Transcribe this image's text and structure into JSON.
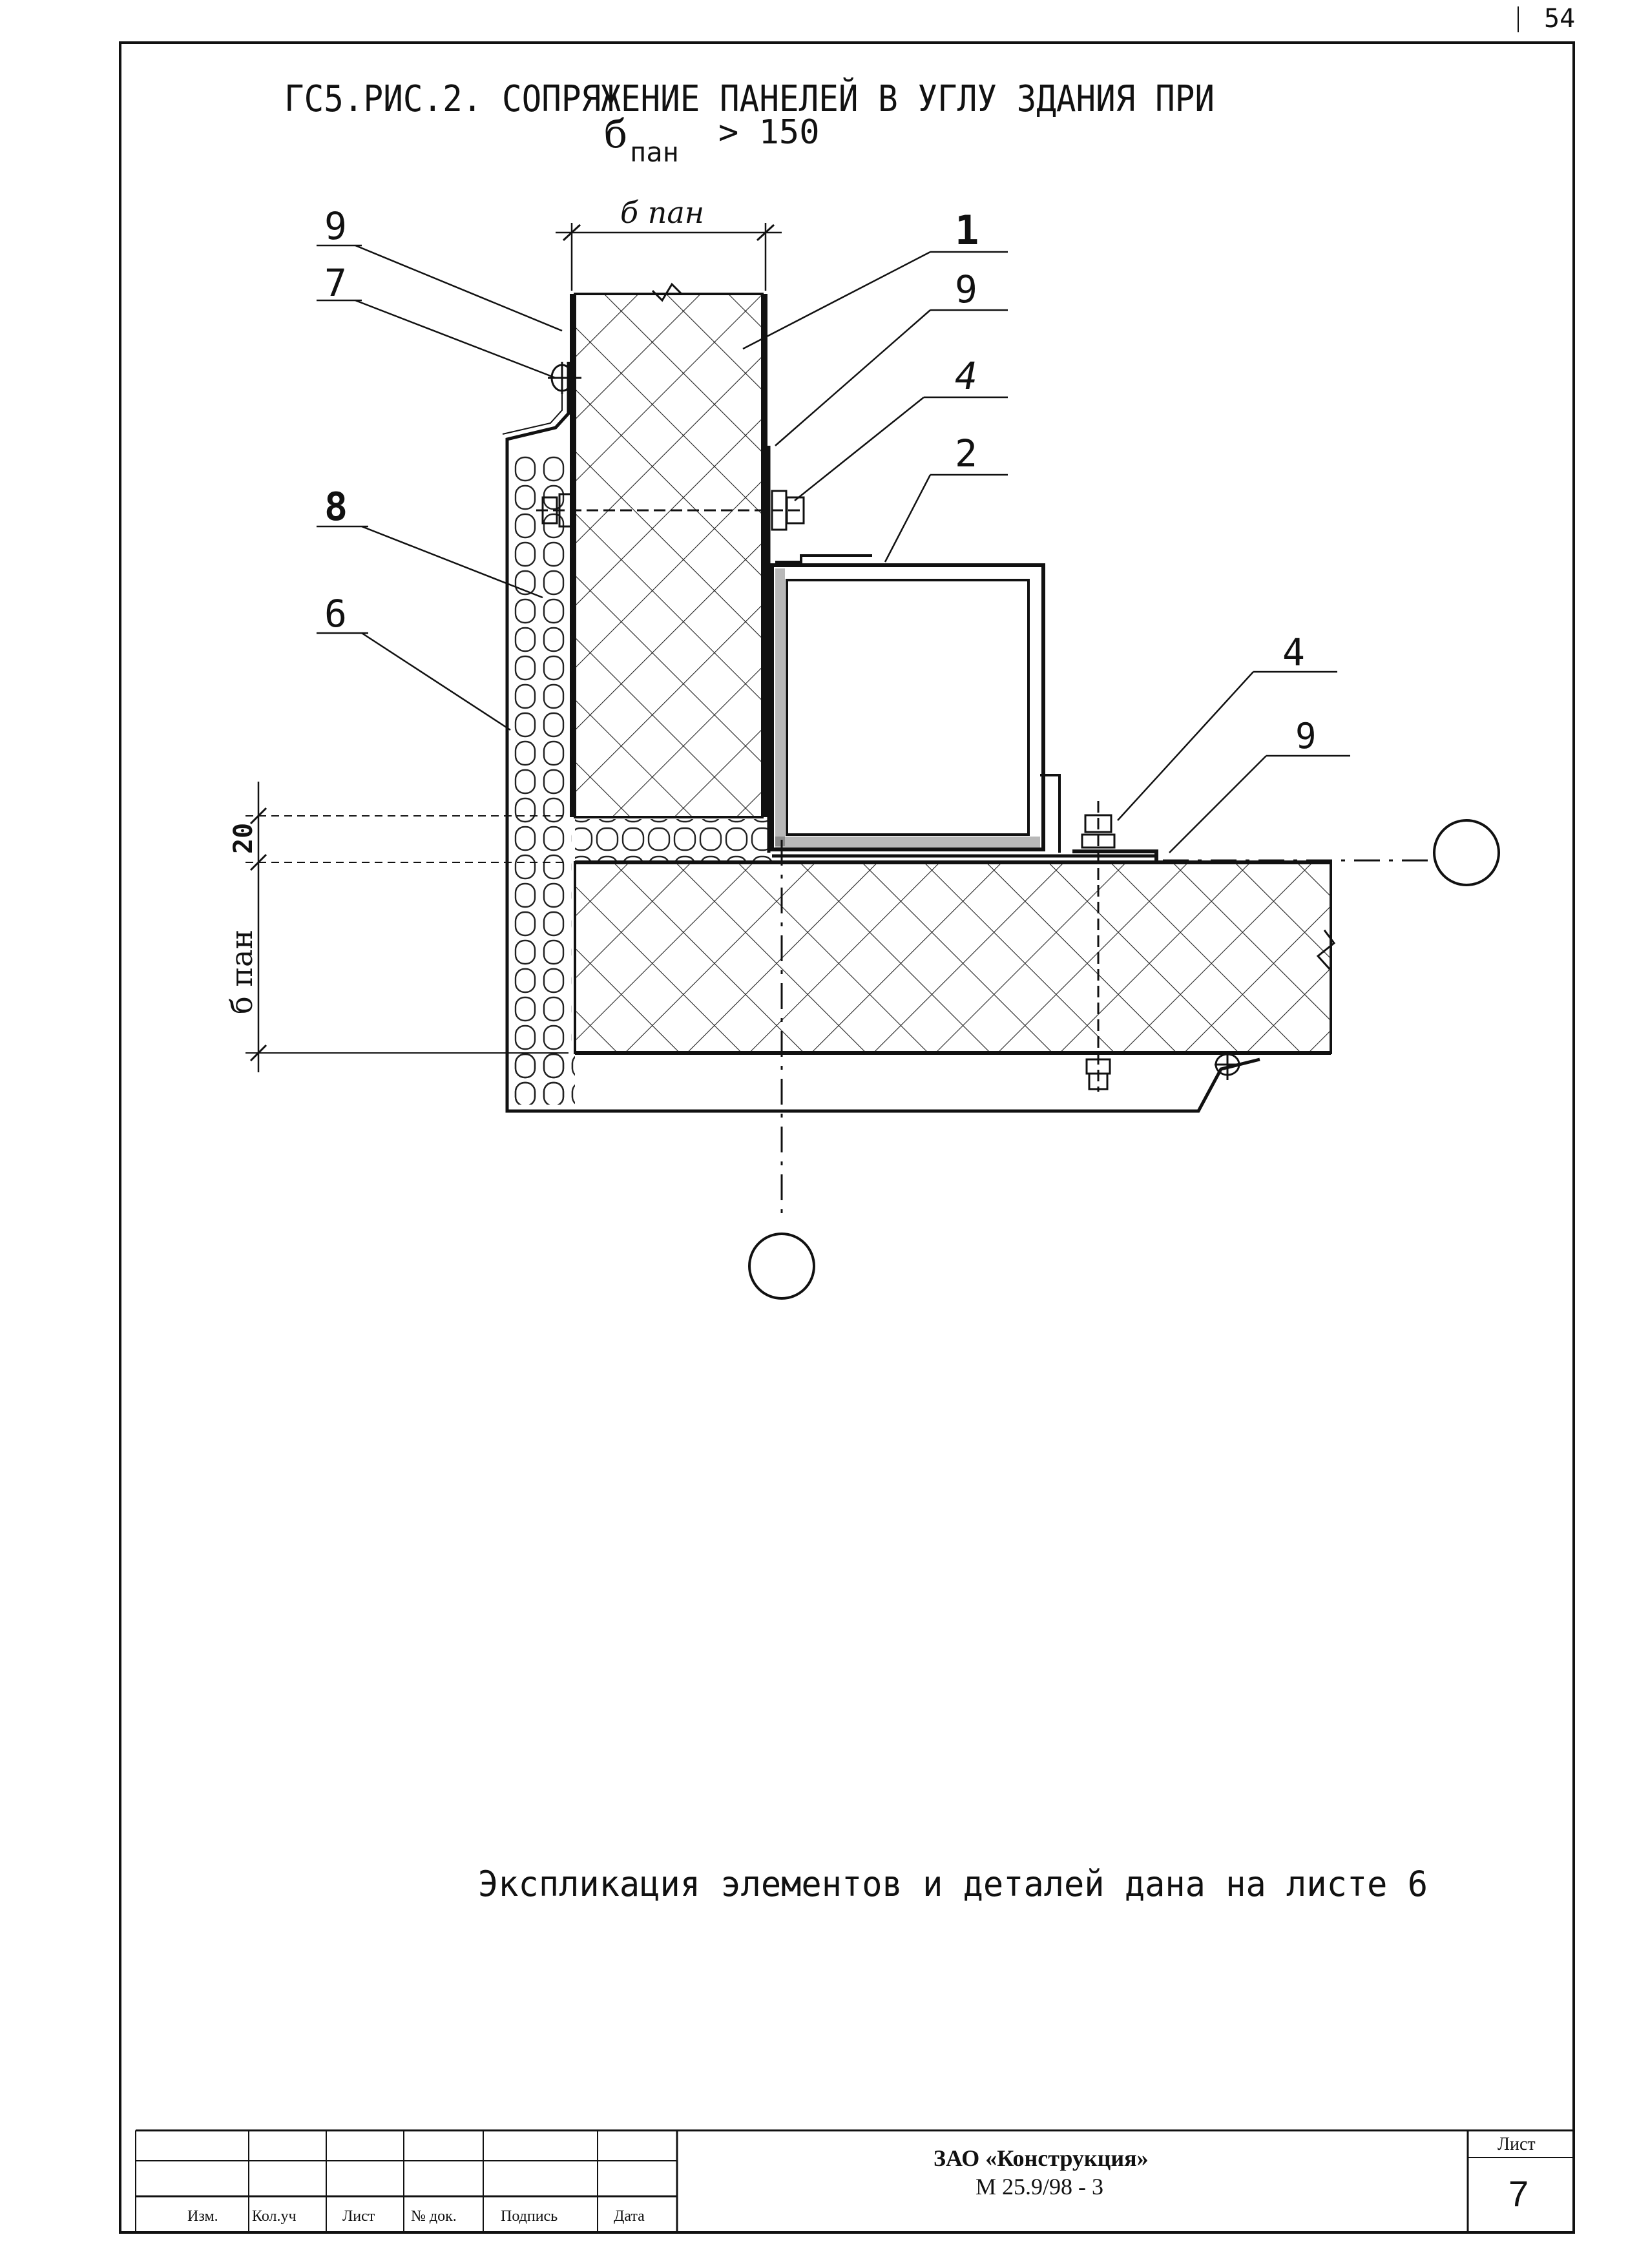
{
  "page_number": "54",
  "title": {
    "line1": "ГС5.РИС.2. СОПРЯЖЕНИЕ ПАНЕЛЕЙ В УГЛУ ЗДАНИЯ ПРИ",
    "line2_symbol": "б",
    "line2_subscript": "пан",
    "line2_rest": "> 150"
  },
  "dimensions": {
    "panel_thickness_top": "б пан",
    "gap": "20",
    "panel_thickness_left": "б пан"
  },
  "callouts": [
    {
      "id": "c-9a",
      "label": "9"
    },
    {
      "id": "c-7",
      "label": "7"
    },
    {
      "id": "c-8",
      "label": "8"
    },
    {
      "id": "c-6",
      "label": "6"
    },
    {
      "id": "c-1",
      "label": "1"
    },
    {
      "id": "c-9b",
      "label": "9"
    },
    {
      "id": "c-4a",
      "label": "4"
    },
    {
      "id": "c-2",
      "label": "2"
    },
    {
      "id": "c-4b",
      "label": "4"
    },
    {
      "id": "c-9c",
      "label": "9"
    }
  ],
  "note": "Экспликация элементов и деталей дана на листе 6",
  "title_block": {
    "headers": [
      "Изм.",
      "Кол.уч",
      "Лист",
      "№ док.",
      "Подпись",
      "Дата"
    ],
    "company": "ЗАО «Конструкция»",
    "doc_code": "М 25.9/98 - 3",
    "sheet_label": "Лист",
    "sheet_number": "7"
  }
}
